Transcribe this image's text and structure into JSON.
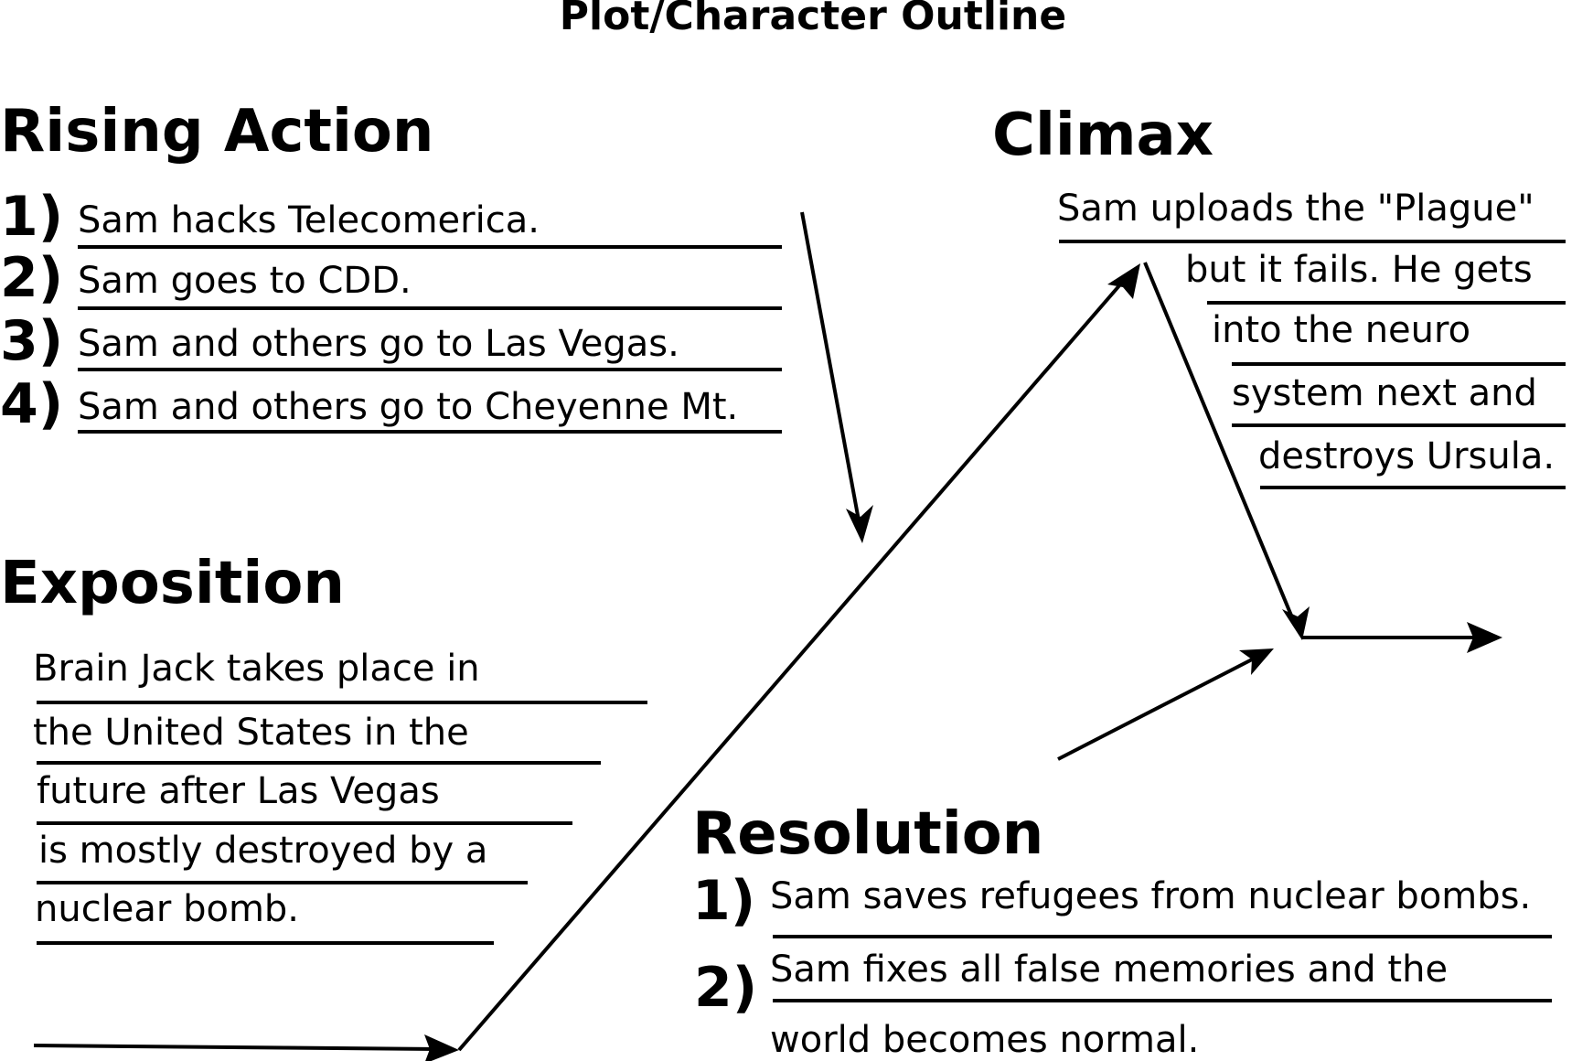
{
  "title": "Plot/Character Outline",
  "rising_action": {
    "heading": "Rising Action",
    "items": [
      {
        "num": "1)",
        "text": "Sam hacks Telecomerica."
      },
      {
        "num": "2)",
        "text": "Sam goes to CDD."
      },
      {
        "num": "3)",
        "text": "Sam and others go to Las Vegas."
      },
      {
        "num": "4)",
        "text": "Sam and others go to Cheyenne Mt."
      }
    ]
  },
  "climax": {
    "heading": "Climax",
    "lines": [
      "Sam uploads the \"Plague\"",
      "but it fails. He gets",
      "into the neuro",
      "system next and",
      "destroys Ursula."
    ]
  },
  "exposition": {
    "heading": "Exposition",
    "lines": [
      "Brain Jack takes place in",
      "the United States in the",
      "future after Las Vegas",
      "is mostly destroyed by a",
      "nuclear bomb."
    ]
  },
  "resolution": {
    "heading": "Resolution",
    "items": [
      {
        "num": "1)",
        "lines": [
          "Sam saves refugees from nuclear bombs."
        ]
      },
      {
        "num": "2)",
        "lines": [
          "Sam fixes all false memories and the",
          "world becomes normal."
        ]
      }
    ]
  }
}
